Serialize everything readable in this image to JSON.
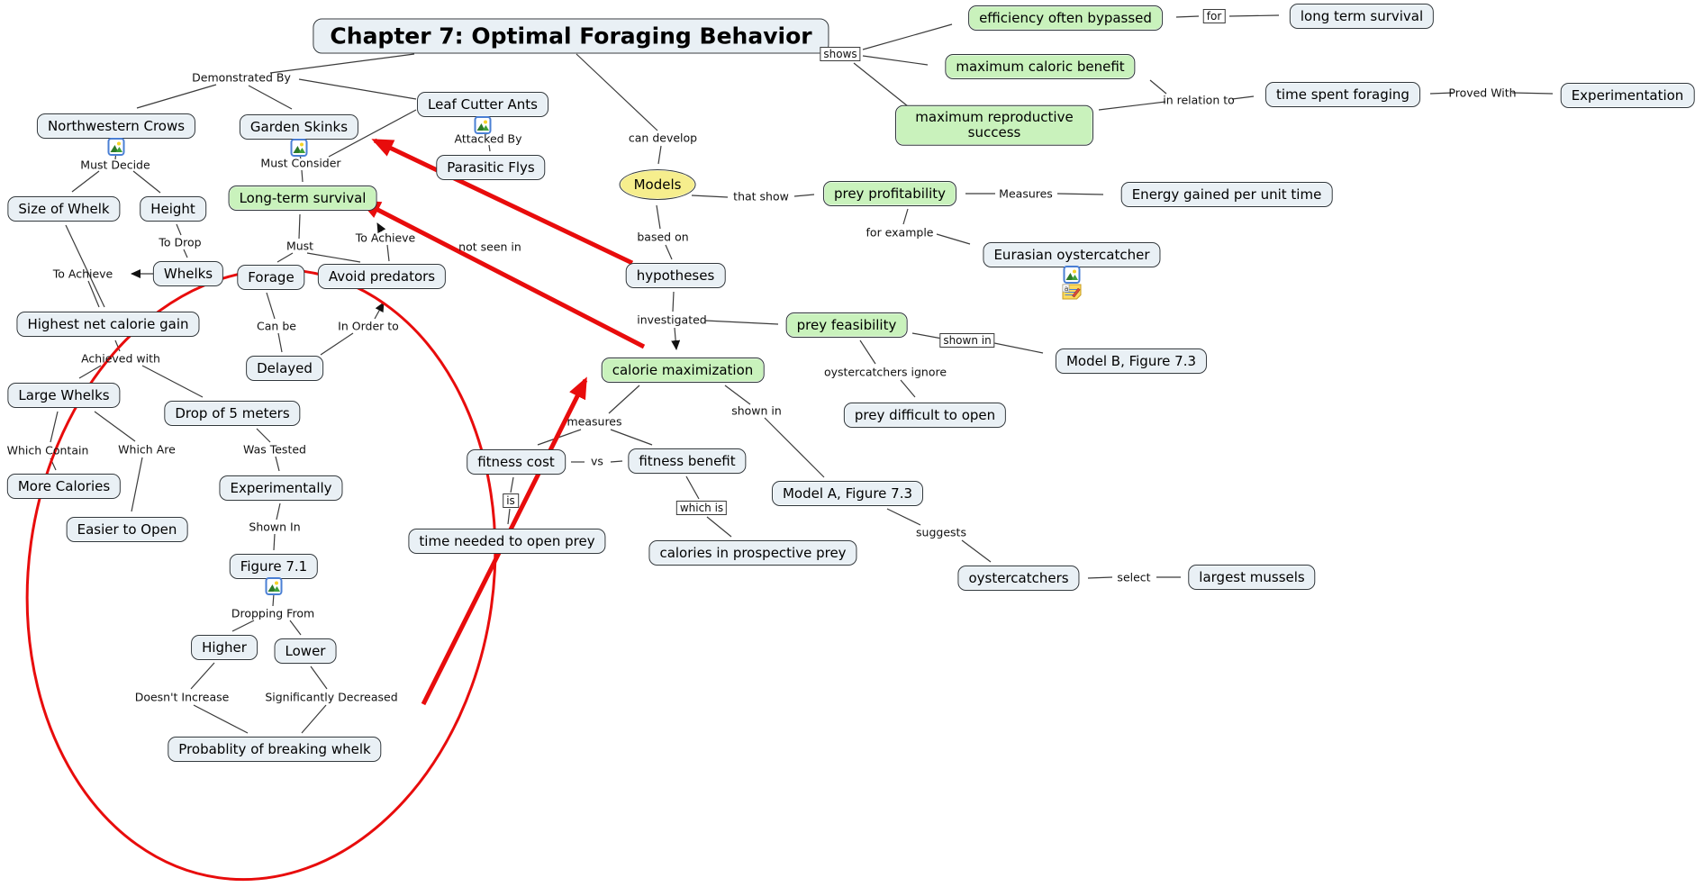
{
  "map": {
    "title": "Chapter 7: Optimal Foraging Behavior"
  },
  "colors": {
    "concept_fill": "#e9f0f5",
    "concept_border": "#30373c",
    "highlight_green_fill": "#c9f2bc",
    "models_yellow_fill": "#f6ee8d",
    "red_annotation": "#e80c0c"
  },
  "concepts": {
    "northwestern_crows": "Northwestern Crows",
    "garden_skinks": "Garden Skinks",
    "leaf_cutter_ants": "Leaf Cutter Ants",
    "parasitic_flys": "Parasitic Flys",
    "size_of_whelk": "Size of Whelk",
    "height": "Height",
    "whelks": "Whelks",
    "highest_net_calorie_gain": "Highest net calorie gain",
    "large_whelks": "Large Whelks",
    "drop_of_5_meters": "Drop of 5 meters",
    "more_calories": "More Calories",
    "easier_to_open": "Easier to Open",
    "experimentally": "Experimentally",
    "figure_7_1": "Figure 7.1",
    "higher": "Higher",
    "lower": "Lower",
    "probablity_of_breaking_whelk": "Probablity of breaking whelk",
    "long_term_survival": "Long-term survival",
    "forage": "Forage",
    "avoid_predators": "Avoid predators",
    "delayed": "Delayed",
    "models": "Models",
    "hypotheses": "hypotheses",
    "calorie_maximization": "calorie maximization",
    "fitness_cost": "fitness cost",
    "fitness_benefit": "fitness benefit",
    "time_needed_to_open_prey": "time needed to open prey",
    "calories_in_prospective_prey": "calories in prospective prey",
    "model_a_figure_7_3": "Model A, Figure 7.3",
    "oystercatchers": "oystercatchers",
    "largest_mussels": "largest mussels",
    "prey_profitability": "prey profitability",
    "energy_gained_per_unit_time": "Energy gained per unit time",
    "eurasian_oystercatcher": "Eurasian oystercatcher",
    "prey_feasibility": "prey feasibility",
    "model_b_figure_7_3": "Model B, Figure 7.3",
    "prey_difficult_to_open": "prey difficult to open",
    "efficiency_often_bypassed": "efficiency often bypassed",
    "long_term_survival_right": "long term survival",
    "maximum_caloric_benefit": "maximum caloric benefit",
    "maximum_reproductive_success": "maximum reproductive success",
    "time_spent_foraging": "time spent foraging",
    "experimentation": "Experimentation"
  },
  "links": {
    "demonstrated_by": "Demonstrated By",
    "must_decide": "Must Decide",
    "to_drop": "To Drop",
    "to_achieve_left": "To Achieve",
    "achieved_with": "Achieved with",
    "which_contain": "Which Contain",
    "which_are": "Which Are",
    "was_tested": "Was Tested",
    "shown_in_left": "Shown In",
    "dropping_from": "Dropping From",
    "doesnt_increase": "Doesn't Increase",
    "significantly_decreased": "Significantly Decreased",
    "must_consider": "Must Consider",
    "must": "Must",
    "to_achieve_mid": "To Achieve",
    "can_be": "Can be",
    "in_order_to": "In Order to",
    "attacked_by": "Attacked By",
    "not_seen_in": "not seen in",
    "can_develop": "can develop",
    "that_show": "that show",
    "based_on": "based on",
    "investigated": "investigated",
    "measures_mid": "measures",
    "shown_in_mid": "shown in",
    "vs": "vs",
    "is": "is",
    "which_is": "which is",
    "suggests": "suggests",
    "select": "select",
    "shows": "shows",
    "for": "for",
    "in_relation_to": "in relation to",
    "proved_with": "Proved With",
    "measures_right": "Measures",
    "for_example": "for example",
    "shown_in_boxed": "shown in",
    "oystercatchers_ignore": "oystercatchers ignore"
  }
}
